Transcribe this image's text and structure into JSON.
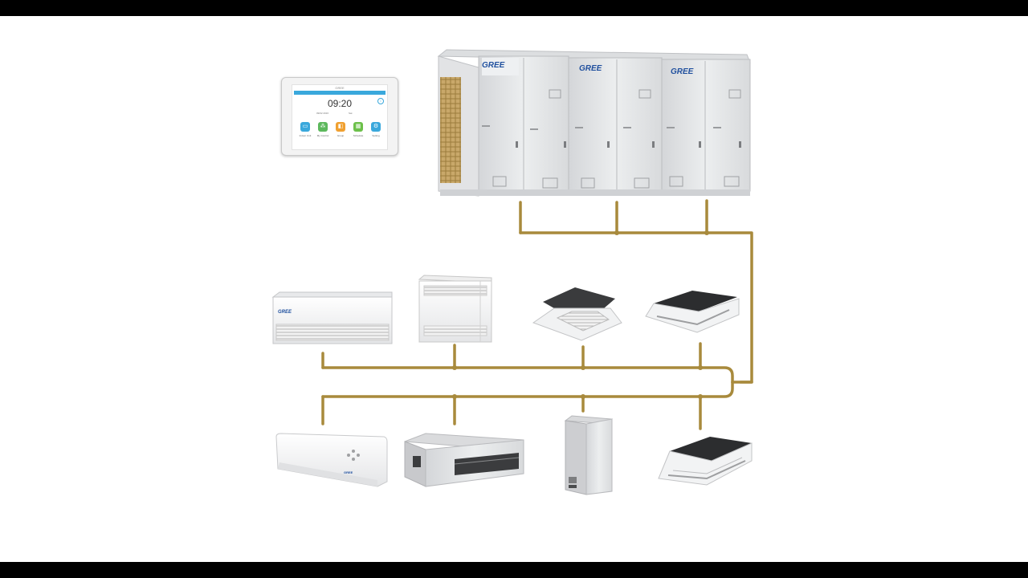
{
  "controller": {
    "brand": "GREE",
    "time": "09:20",
    "date": "09/02 2016",
    "day": "Sat",
    "apps": [
      {
        "label": "Indoor Unit",
        "color": "#3aa8dc",
        "icon": "indoor-unit-icon"
      },
      {
        "label": "My Control",
        "color": "#5cb85c",
        "icon": "my-control-icon"
      },
      {
        "label": "Group",
        "color": "#f0a030",
        "icon": "group-icon"
      },
      {
        "label": "Schedule",
        "color": "#6cc04a",
        "icon": "schedule-icon"
      },
      {
        "label": "Setting",
        "color": "#3aa8dc",
        "icon": "setting-icon"
      }
    ]
  },
  "outdoor_unit": {
    "brand_labels": [
      "GREE",
      "GREE",
      "GREE"
    ],
    "modules": 3
  },
  "indoor_units_row1": [
    {
      "type": "ceiling-floor-unit",
      "brand": "GREE"
    },
    {
      "type": "console-unit"
    },
    {
      "type": "four-way-cassette"
    },
    {
      "type": "one-way-cassette"
    }
  ],
  "indoor_units_row2": [
    {
      "type": "wall-mounted-split",
      "brand": "GREE"
    },
    {
      "type": "ducted-unit"
    },
    {
      "type": "air-handler"
    },
    {
      "type": "one-way-cassette"
    }
  ],
  "colors": {
    "pipe": "#a88a3c",
    "unit_body": "#e6e7e9",
    "coil": "#c8a868",
    "brand_blue": "#1f4f9e",
    "screen_accent": "#3aa8dc"
  }
}
